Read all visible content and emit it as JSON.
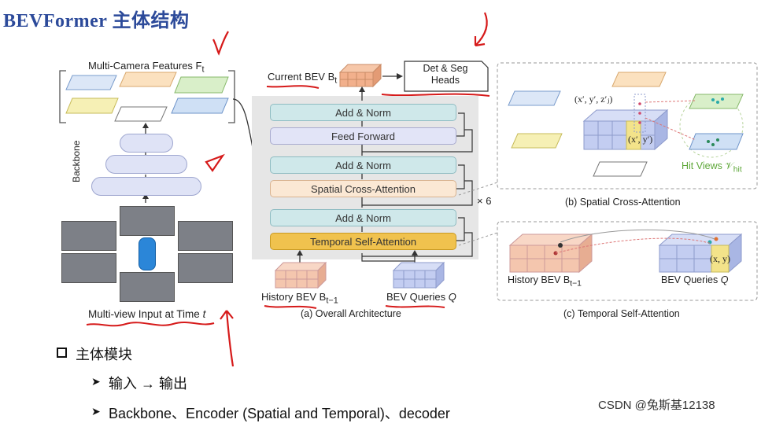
{
  "slide_title": "BEVFormer 主体结构",
  "left": {
    "features_label": "Multi-Camera Features F",
    "features_sub": "t",
    "backbone_label": "Backbone",
    "input_label": "Multi-view Input at Time",
    "input_var": "t"
  },
  "middle": {
    "current_bev_label": "Current BEV B",
    "current_bev_sub": "t",
    "heads_label_1": "Det & Seg",
    "heads_label_2": "Heads",
    "blocks": {
      "add_norm_3": "Add & Norm",
      "feed_forward": "Feed Forward",
      "add_norm_2": "Add & Norm",
      "spatial_cross_attention": "Spatial Cross-Attention",
      "add_norm_1": "Add & Norm",
      "temporal_self_attention": "Temporal Self-Attention"
    },
    "repeat_label": "× 6",
    "history_bev_label": "History BEV B",
    "history_bev_sub": "t−1",
    "bev_queries_label": "BEV Queries",
    "bev_queries_var": "Q",
    "caption": "(a) Overall Architecture"
  },
  "right_top": {
    "point_label": "(x′, y′, z′ⱼ)",
    "ref_label": "(x′, y′)",
    "hit_views_label": "Hit Views 𝒱",
    "hit_views_sub": "hit",
    "caption": "(b) Spatial Cross-Attention"
  },
  "right_bottom": {
    "history_label": "History BEV B",
    "history_sub": "t−1",
    "queries_label": "BEV Queries",
    "queries_var": "Q",
    "xy_label": "(x, y)",
    "caption": "(c) Temporal Self-Attention"
  },
  "bullets": {
    "heading": "主体模块",
    "item_1": "输入 → 输出",
    "item_2": "Backbone、Encoder (Spatial and Temporal)、decoder"
  },
  "watermark": "CSDN @兔斯基12138"
}
